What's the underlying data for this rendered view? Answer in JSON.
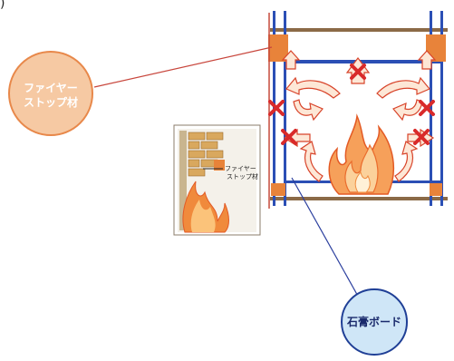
{
  "corner_mark": ")",
  "callouts": {
    "fire_stop": {
      "line1": "ファイヤー",
      "line2": "ストップ材",
      "fill": "#f6c9a3",
      "stroke": "#e8884a",
      "text_color": "#ffffff"
    },
    "gypsum": {
      "label": "石膏ボード",
      "fill": "#cfe6f7",
      "stroke": "#1f3f96",
      "text_color": "#1a2a6c"
    }
  },
  "inset": {
    "line1": "ファイヤー",
    "line2": "ストップ材"
  },
  "colors": {
    "frame_blue": "#2b4fb5",
    "wood": "#8b6a47",
    "firestop": "#e8833a",
    "flame": "#ef7a2c",
    "cross": "#d92a2a",
    "leader_red": "#c8463c",
    "leader_blue": "#2b3f9e"
  }
}
